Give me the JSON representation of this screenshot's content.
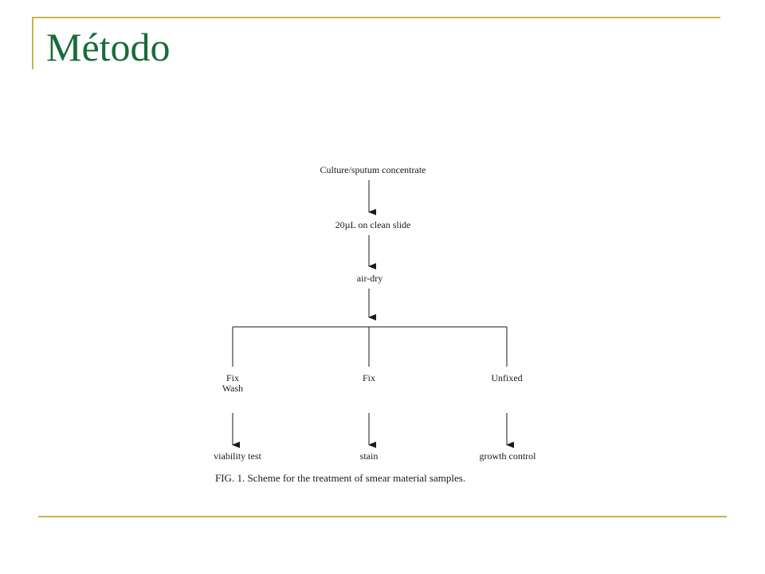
{
  "slide": {
    "title": "Método"
  },
  "diagram": {
    "nodes": {
      "source": "Culture/sputum concentrate",
      "slide_prep": "20µL on clean slide",
      "dry": "air-dry",
      "branch_left_line1": "Fix",
      "branch_left_line2": "Wash",
      "branch_mid": "Fix",
      "branch_right": "Unfixed",
      "out_left": "viability test",
      "out_mid": "stain",
      "out_right": "growth control"
    },
    "caption": "FIG. 1. Scheme for the treatment of smear material samples."
  },
  "colors": {
    "title": "#1a6b3a",
    "rule": "#c8b449",
    "text": "#1a1a1a"
  }
}
